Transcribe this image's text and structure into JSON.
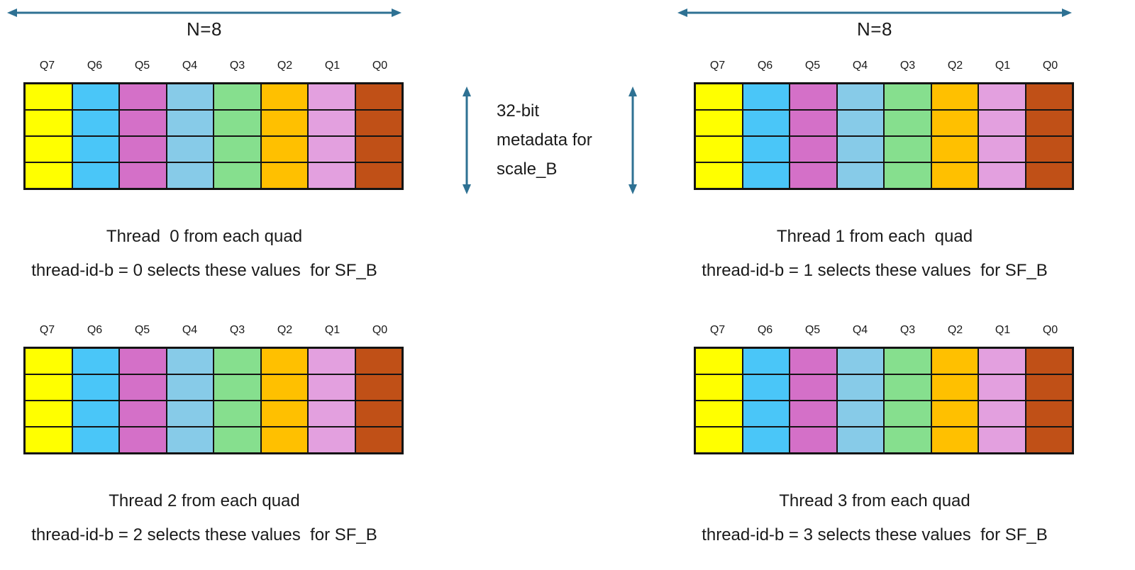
{
  "arrow_color": "#2E7193",
  "border_color": "#141414",
  "n_label": "N=8",
  "quads": [
    "Q7",
    "Q6",
    "Q5",
    "Q4",
    "Q3",
    "Q2",
    "Q1",
    "Q0"
  ],
  "quad_colors": [
    "#FFFF00",
    "#4AC6F8",
    "#D470C8",
    "#87CBE8",
    "#86DF8E",
    "#FFC000",
    "#E3A0DF",
    "#C05017"
  ],
  "grid": {
    "rows": 4,
    "cols": 8
  },
  "metadata_annotation": {
    "lines": [
      "32-bit",
      "metadata for",
      "scale_B"
    ]
  },
  "panels": [
    {
      "title": "Thread  0 from each quad",
      "subtitle": "thread-id-b = 0 selects these values  for SF_B"
    },
    {
      "title": "Thread 1 from each  quad",
      "subtitle": "thread-id-b = 1 selects these values  for SF_B"
    },
    {
      "title": "Thread 2 from each quad",
      "subtitle": "thread-id-b = 2 selects these values  for SF_B"
    },
    {
      "title": "Thread 3 from each quad",
      "subtitle": "thread-id-b = 3 selects these values  for SF_B"
    }
  ]
}
